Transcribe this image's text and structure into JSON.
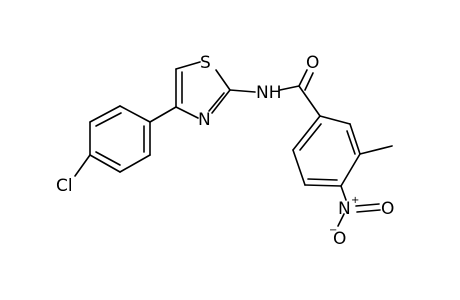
{
  "molecule": {
    "atoms": {
      "sulfur": "S",
      "thiazole_n": "N",
      "amide_nh": "NH",
      "carbonyl_o": "O",
      "chlorine": "Cl",
      "nitro_n": "N",
      "nitro_n_charge": "+",
      "nitro_o_double": "O",
      "nitro_o_single": "O",
      "nitro_o_charge": "−"
    },
    "substituent_label": {
      "methyl": "methyl"
    }
  }
}
